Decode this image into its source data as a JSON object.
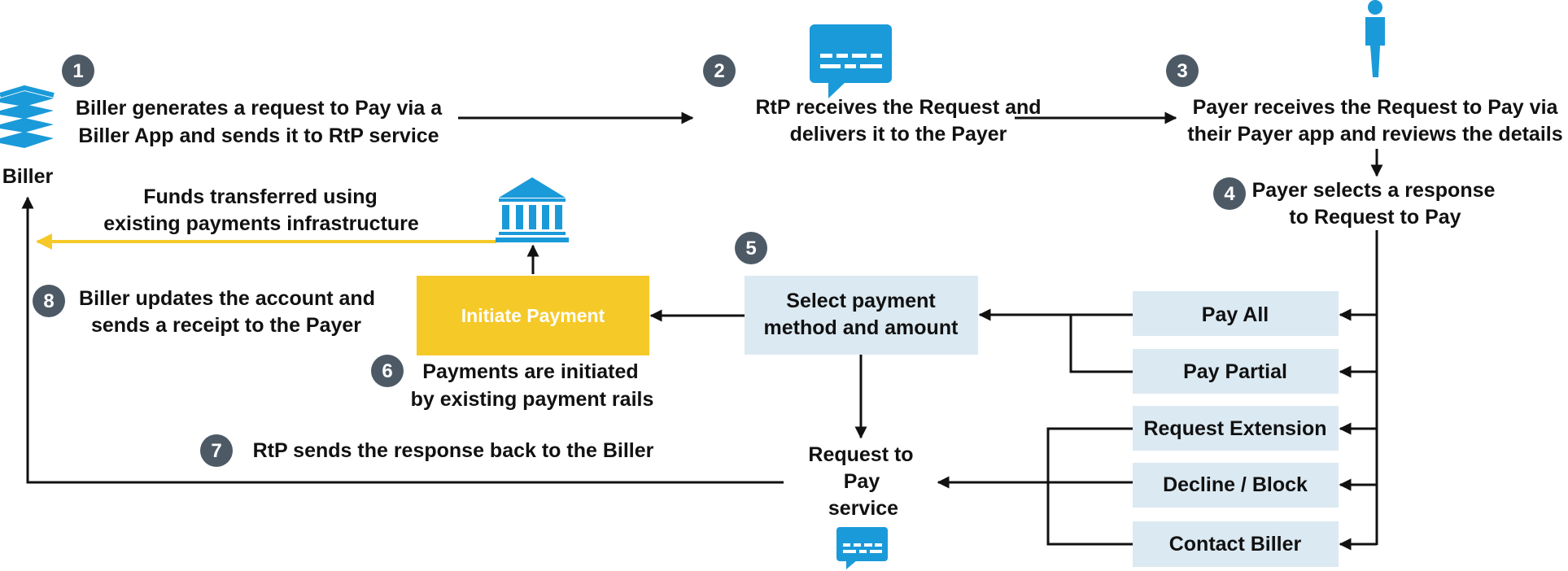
{
  "colors": {
    "accent_blue": "#1a9ad9",
    "badge_gray": "#4d5a66",
    "box_light_blue": "#dbe9f2",
    "box_yellow": "#f5c928",
    "arrow_yellow": "#f5c928",
    "line": "#111111"
  },
  "icons": [
    "stack-icon",
    "chat-bubble-icon",
    "person-icon",
    "bank-icon"
  ],
  "steps": {
    "s1": {
      "number": "1",
      "line1": "Biller generates a request to Pay via a",
      "line2": "Biller App and sends it to RtP service"
    },
    "s2": {
      "number": "2",
      "line1": "RtP receives the Request and",
      "line2": "delivers it to the Payer"
    },
    "s3": {
      "number": "3",
      "line1": "Payer receives the Request to Pay via",
      "line2": "their Payer app and reviews the details"
    },
    "s4": {
      "number": "4",
      "line1": "Payer selects a response",
      "line2": "to Request to Pay"
    },
    "s5": {
      "number": "5"
    },
    "s6": {
      "number": "6",
      "line1": "Payments are initiated",
      "line2": "by existing payment rails"
    },
    "s7": {
      "number": "7",
      "line1": "RtP sends the response back to the Biller"
    },
    "s8": {
      "number": "8",
      "line1": "Biller updates the account and",
      "line2": "sends a receipt to the Payer"
    }
  },
  "biller_label": "Biller",
  "funds": {
    "line1": "Funds transferred using",
    "line2": "existing payments infrastructure"
  },
  "boxes": {
    "initiate_payment": "Initiate Payment",
    "select_payment": {
      "line1": "Select payment",
      "line2": "method and amount"
    }
  },
  "options": [
    "Pay All",
    "Pay Partial",
    "Request Extension",
    "Decline / Block",
    "Contact Biller"
  ],
  "rtp_service": {
    "line1": "Request to",
    "line2": "Pay",
    "line3": "service"
  }
}
